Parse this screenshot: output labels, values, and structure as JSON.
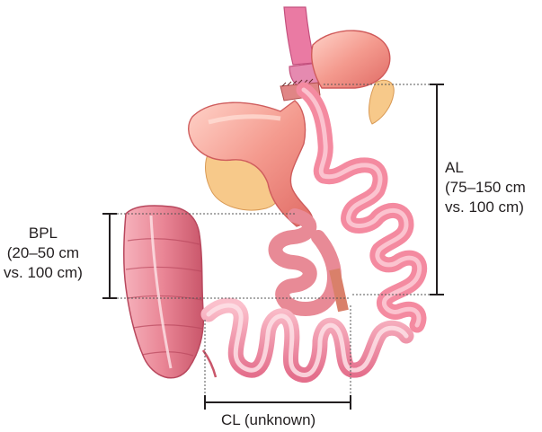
{
  "labels": {
    "al": {
      "line1": "AL",
      "line2": "(75–150 cm",
      "line3": "vs. 100 cm)"
    },
    "bpl": {
      "line1": "BPL",
      "line2": "(20–50 cm",
      "line3": "vs. 100 cm)"
    },
    "cl": {
      "line1": "CL (unknown)"
    }
  },
  "colors": {
    "stomach": "#f49a8e",
    "stomach_dark": "#e06b65",
    "pancreas": "#f7c98a",
    "small_bowel": "#f48aa0",
    "small_bowel_dark": "#d85a78",
    "colon": "#e98595",
    "esophagus": "#ea7aa3",
    "line": "#231f20"
  }
}
